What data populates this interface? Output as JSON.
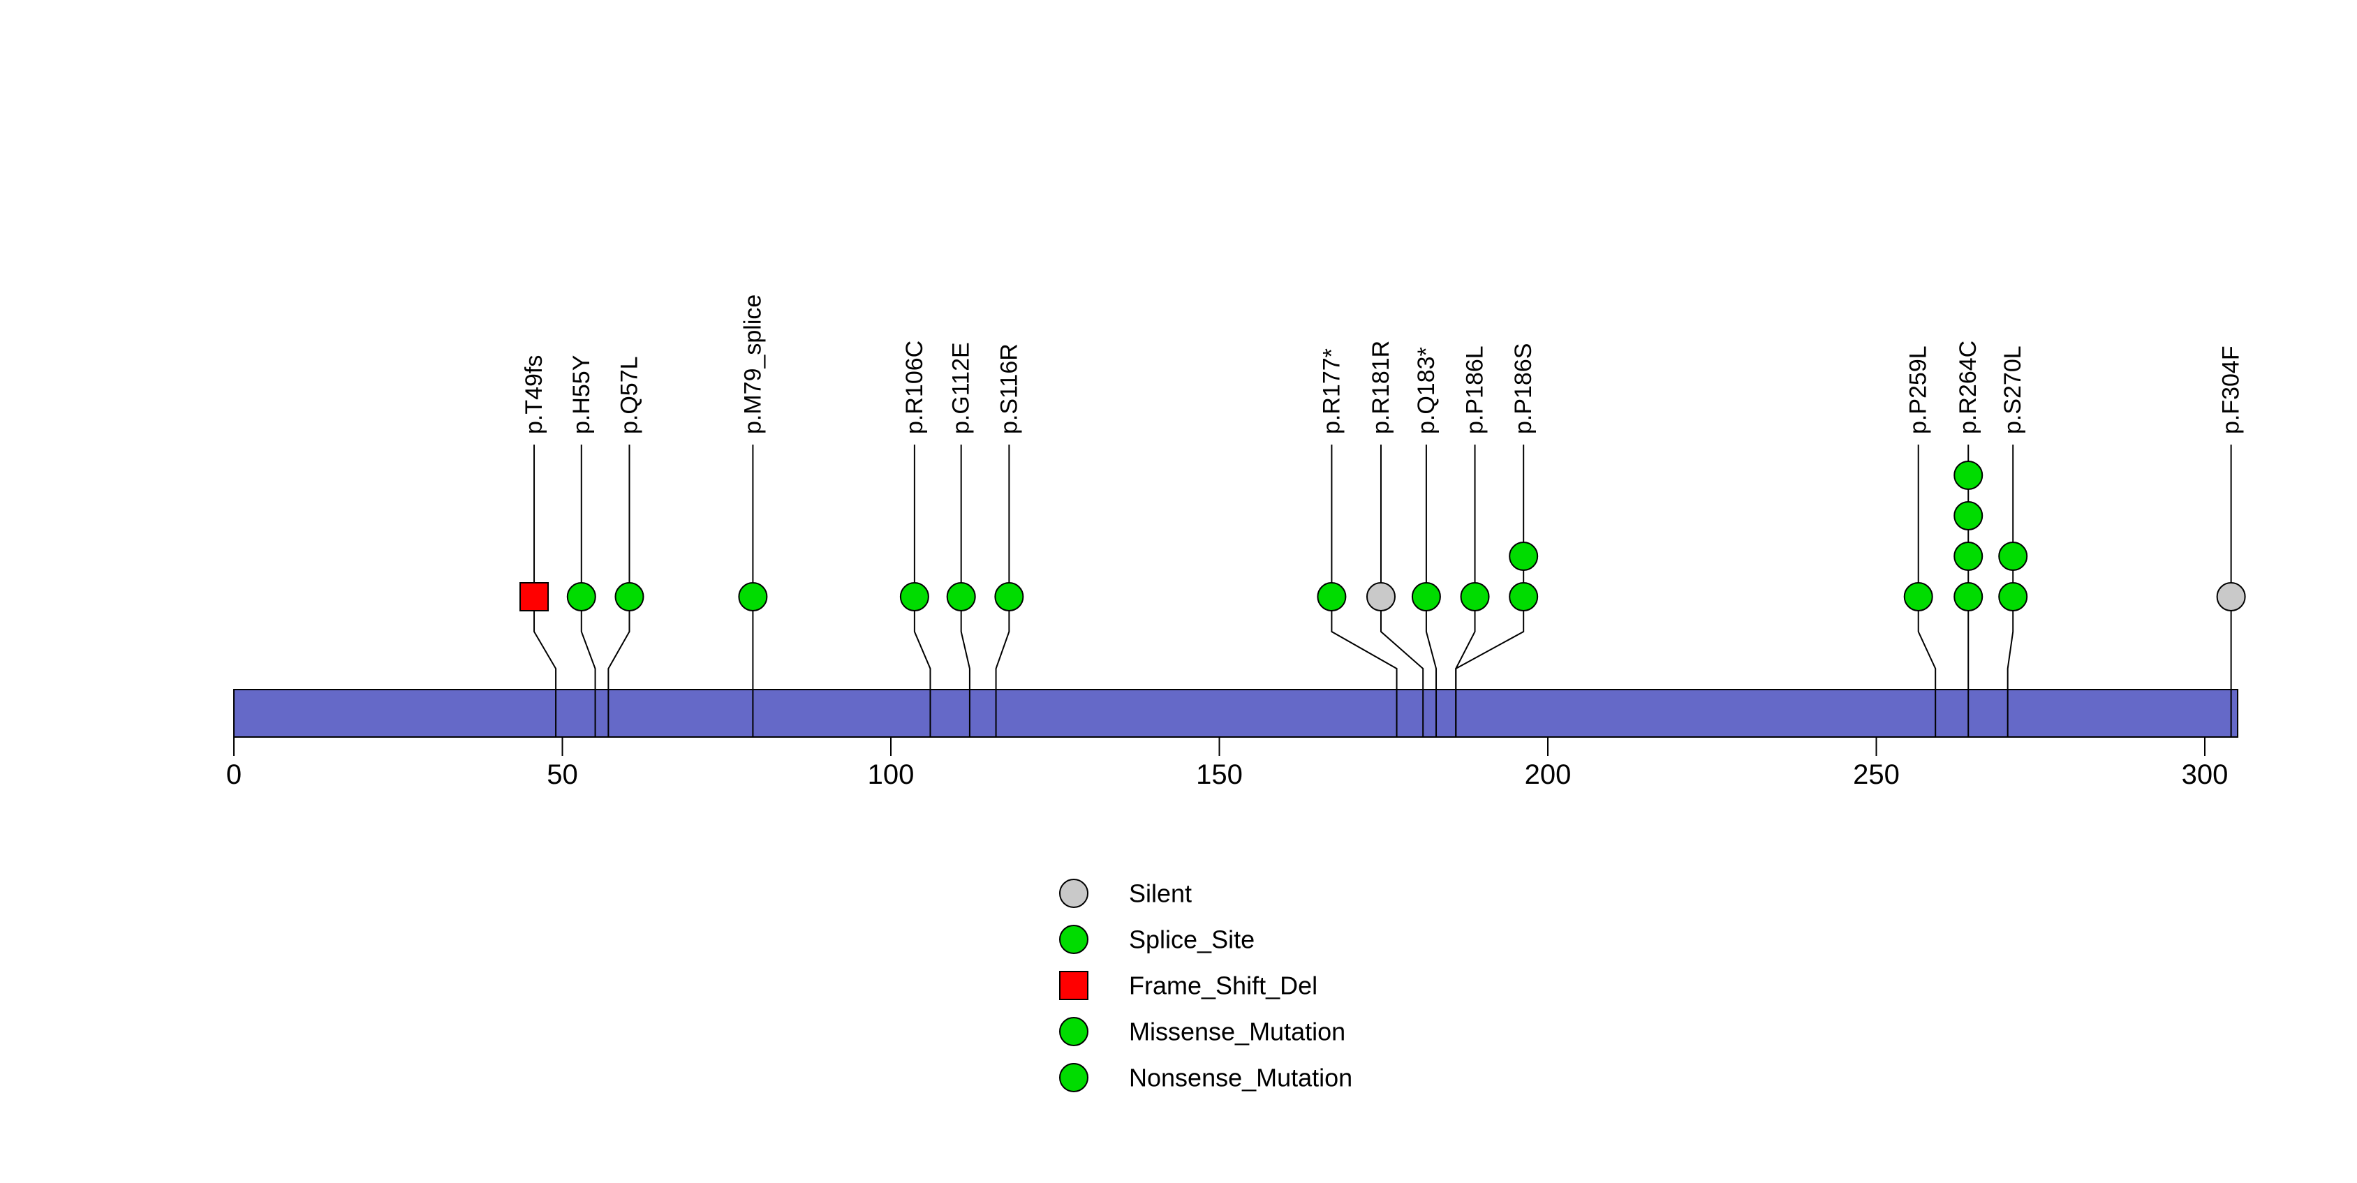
{
  "chart_data": {
    "type": "lollipop",
    "title": "",
    "xlabel": "",
    "ylabel": "",
    "xlim": [
      0,
      305
    ],
    "x_ticks": [
      0,
      50,
      100,
      150,
      200,
      250,
      300
    ],
    "protein_bar": {
      "start": 0,
      "end": 305,
      "color": "#6569C8",
      "outline": "#000000"
    },
    "background": "#FFFFFF",
    "marker_outline": "#000000",
    "stem_color": "#000000",
    "mutation_type_colors": {
      "Silent": "#C9C9C9",
      "Splice_Site": "#00DC00",
      "Frame_Shift_Del": "#FF0000",
      "Missense_Mutation": "#00DC00",
      "Nonsense_Mutation": "#00DC00"
    },
    "mutation_type_shapes": {
      "Silent": "circle",
      "Splice_Site": "circle",
      "Frame_Shift_Del": "square",
      "Missense_Mutation": "circle",
      "Nonsense_Mutation": "circle"
    },
    "legend": [
      {
        "label": "Silent",
        "type": "Silent"
      },
      {
        "label": "Splice_Site",
        "type": "Splice_Site"
      },
      {
        "label": "Frame_Shift_Del",
        "type": "Frame_Shift_Del"
      },
      {
        "label": "Missense_Mutation",
        "type": "Missense_Mutation"
      },
      {
        "label": "Nonsense_Mutation",
        "type": "Nonsense_Mutation"
      }
    ],
    "legend_position": "bottom-center",
    "mutations": [
      {
        "label": "p.T49fs",
        "pos": 49,
        "count": 1,
        "type": "Frame_Shift_Del",
        "label_pos": 45.7
      },
      {
        "label": "p.H55Y",
        "pos": 55,
        "count": 1,
        "type": "Missense_Mutation",
        "label_pos": 52.9
      },
      {
        "label": "p.Q57L",
        "pos": 57,
        "count": 1,
        "type": "Missense_Mutation",
        "label_pos": 60.2
      },
      {
        "label": "p.M79_splice",
        "pos": 79,
        "count": 1,
        "type": "Splice_Site",
        "label_pos": 79
      },
      {
        "label": "p.R106C",
        "pos": 106,
        "count": 1,
        "type": "Missense_Mutation",
        "label_pos": 103.6
      },
      {
        "label": "p.G112E",
        "pos": 112,
        "count": 1,
        "type": "Missense_Mutation",
        "label_pos": 110.7
      },
      {
        "label": "p.S116R",
        "pos": 116,
        "count": 1,
        "type": "Missense_Mutation",
        "label_pos": 118.0
      },
      {
        "label": "p.R177*",
        "pos": 177,
        "count": 1,
        "type": "Nonsense_Mutation",
        "label_pos": 167.1
      },
      {
        "label": "p.R181R",
        "pos": 181,
        "count": 1,
        "type": "Silent",
        "label_pos": 174.6
      },
      {
        "label": "p.Q183*",
        "pos": 183,
        "count": 1,
        "type": "Nonsense_Mutation",
        "label_pos": 181.5
      },
      {
        "label": "p.P186L",
        "pos": 186,
        "count": 1,
        "type": "Missense_Mutation",
        "label_pos": 188.9
      },
      {
        "label": "p.P186S",
        "pos": 186,
        "count": 2,
        "type": "Missense_Mutation",
        "label_pos": 196.3
      },
      {
        "label": "p.P259L",
        "pos": 259,
        "count": 1,
        "type": "Missense_Mutation",
        "label_pos": 256.4
      },
      {
        "label": "p.R264C",
        "pos": 264,
        "count": 4,
        "type": "Missense_Mutation",
        "label_pos": 264
      },
      {
        "label": "p.S270L",
        "pos": 270,
        "count": 2,
        "type": "Missense_Mutation",
        "label_pos": 270.8
      },
      {
        "label": "p.F304F",
        "pos": 304,
        "count": 1,
        "type": "Silent",
        "label_pos": 304
      }
    ]
  }
}
